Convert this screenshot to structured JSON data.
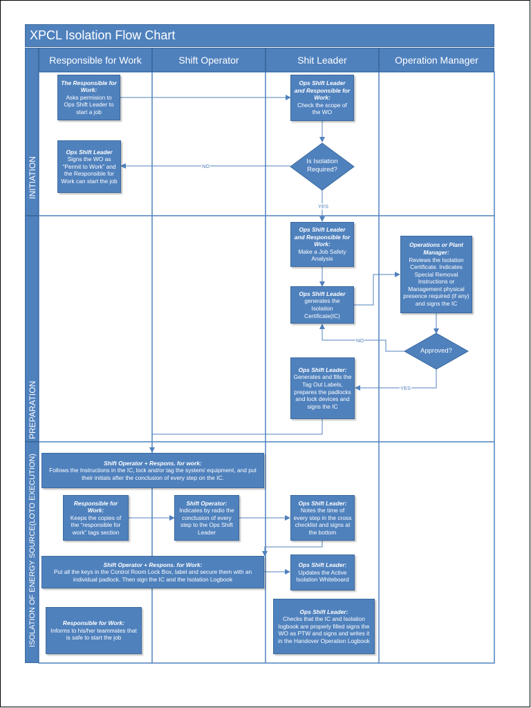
{
  "title": "XPCL Isolation Flow Chart",
  "columns": [
    "Responsible for Work",
    "Shift Operator",
    "Shit Leader",
    "Operation Manager"
  ],
  "lanes": [
    "INITIATION",
    "PREPARATION",
    "ISOLATION OF ENERGY SOURCE(LOTO EXECUTION)"
  ],
  "nodes": {
    "req_start": {
      "head": "The Responsible for Work:",
      "body": "Asks permision to Ops Shift Leader to start a job"
    },
    "check_scope": {
      "head": "Ops Shift Leader and Responsible for Work:",
      "body": "Check the scope of the WO"
    },
    "sign_ptw": {
      "head": "Ops Shift Leader",
      "body": "Signs the WO as “Permit to Work” and the Responsible for Work can start the job"
    },
    "is_iso": {
      "text": "Is Isolation Required?"
    },
    "jsa": {
      "head": "Ops Shift Leader and Responsible for Work:",
      "body": "Make a Job Safety Analysis"
    },
    "gen_ic": {
      "head": "Ops Shift Leader",
      "body": "generates the Isolation Certificate(IC)"
    },
    "review_ic": {
      "head": "Operations or Plant Manager:",
      "body": "Reviews the Isolation Certificate. Indicates Special Removal Instructions or Management physical presence required (if any) and signs the IC"
    },
    "approved": {
      "text": "Approved?"
    },
    "tag_out": {
      "head": "Ops Shift Leader:",
      "body": "Generates and fills the Tag Out Labels, prepares the padlocks and lock devices and signs the IC"
    },
    "follow_ic": {
      "head": "Shift Operator + Respons. for work:",
      "body": "Follows the Instructions in the IC, lock and/or tag the system/ equipment, and put their initials after the conclusion of every step on the IC."
    },
    "keep_copies": {
      "head": "Responsible for Work:",
      "body": "Keeps the copies of the “responsible for work” tags section"
    },
    "radio": {
      "head": "Shift Operator:",
      "body": "Indicates by radio the conclusion of every step to the Ops Shift Leader"
    },
    "notes_time": {
      "head": "Ops Shift Leader:",
      "body": "Notes the time of every step in the cross checklist and signs at the bottom"
    },
    "keys": {
      "head": "Shift Operator + Respons. for Work:",
      "body": "Put all the keys in the Control Room Lock Box, label and secure them with an individual padlock. Then sign the IC and the Isolation Logbook"
    },
    "whiteboard": {
      "head": "Ops Shift Leader:",
      "body": "Updates the Active Isolation Whiteboard"
    },
    "inform": {
      "head": "Responsible for Work:",
      "body": "Informs to his/her teammates that is safe to start the job"
    },
    "check_logbook": {
      "head": "Ops Shift Leader:",
      "body": "Checks that the IC and Isolation logbook are properly filled signs the WO as PTW and signs and writes it in the Handover Operation Logbook"
    }
  },
  "labels": {
    "no1": "NO",
    "yes1": "YES",
    "no2": "NO",
    "yes2": "YES"
  },
  "colors": {
    "fill": "#4f81bd",
    "border": "#3a6a9e",
    "line": "#4f81bd"
  }
}
